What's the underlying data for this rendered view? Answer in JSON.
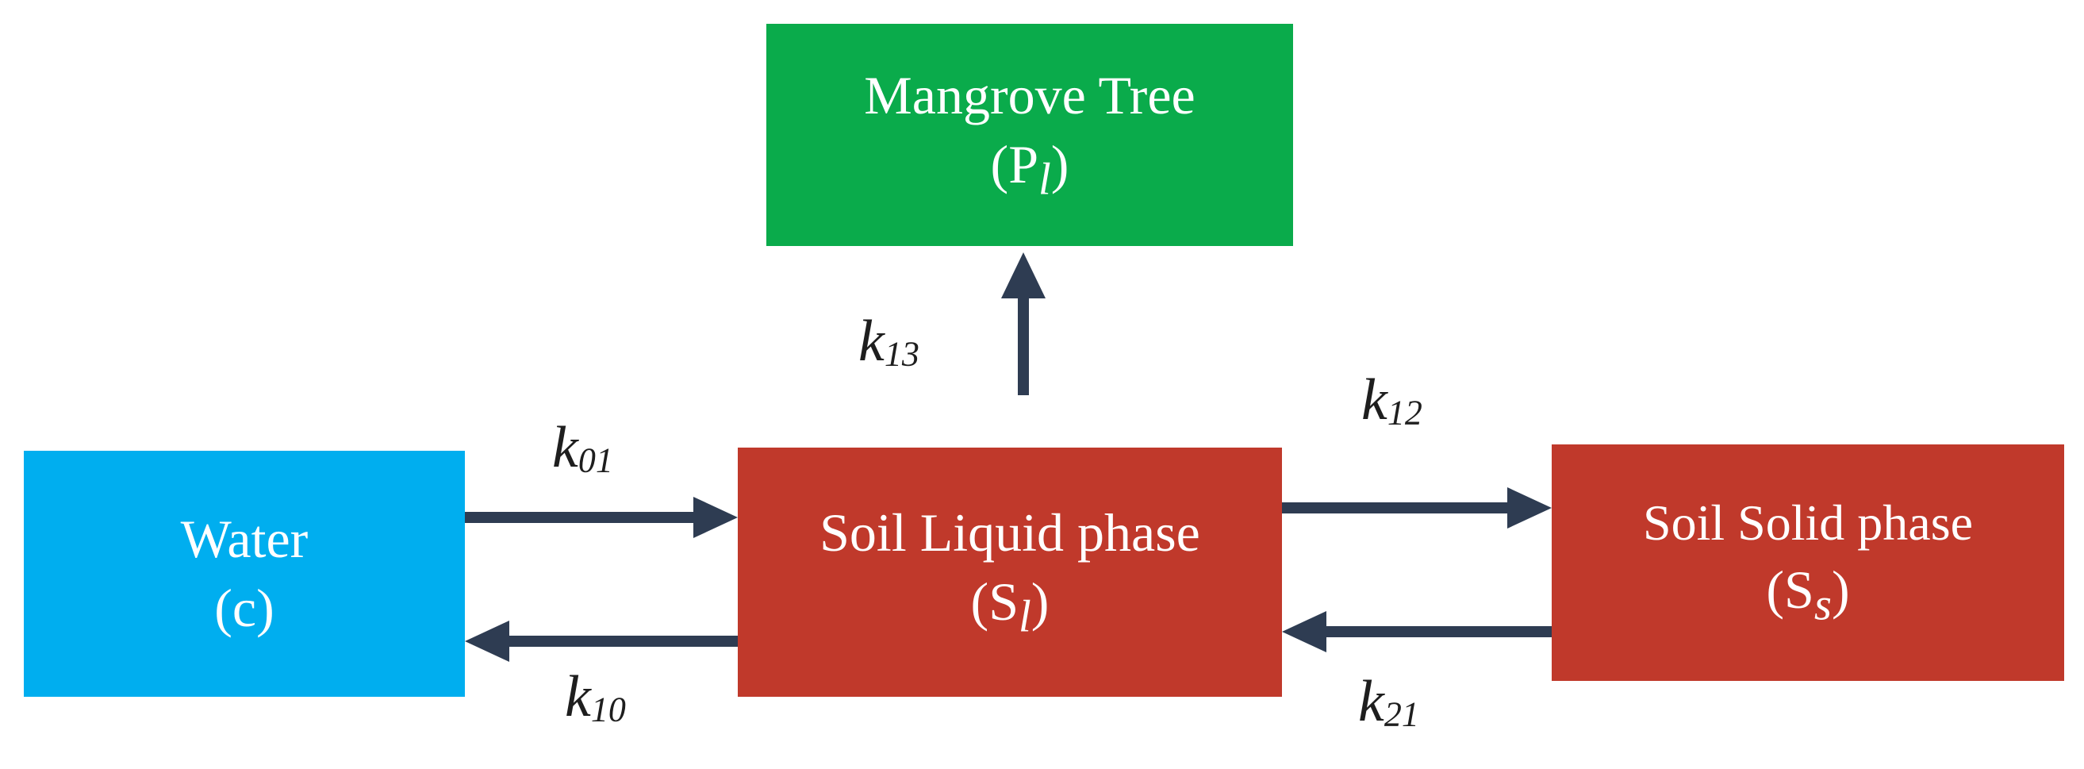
{
  "colors": {
    "tree": "#0aab4b",
    "water": "#00aeef",
    "soil": "#c0392b",
    "arrow": "#2e3c52"
  },
  "nodes": {
    "tree": {
      "title": "Mangrove Tree",
      "symbol": "P",
      "symbol_sub": "l"
    },
    "water": {
      "title": "Water",
      "symbol": "c",
      "symbol_sub": ""
    },
    "liquid": {
      "title": "Soil Liquid phase",
      "symbol": "S",
      "symbol_sub": "l"
    },
    "solid": {
      "title": "Soil Solid phase",
      "symbol": "S",
      "symbol_sub": "s"
    }
  },
  "rates": {
    "k13": {
      "base": "k",
      "sub": "13"
    },
    "k12": {
      "base": "k",
      "sub": "12"
    },
    "k01": {
      "base": "k",
      "sub": "01"
    },
    "k10": {
      "base": "k",
      "sub": "10"
    },
    "k21": {
      "base": "k",
      "sub": "21"
    }
  },
  "edges": [
    {
      "from": "liquid",
      "to": "tree",
      "rate": "k13"
    },
    {
      "from": "water",
      "to": "liquid",
      "rate": "k01"
    },
    {
      "from": "liquid",
      "to": "water",
      "rate": "k10"
    },
    {
      "from": "liquid",
      "to": "solid",
      "rate": "k12"
    },
    {
      "from": "solid",
      "to": "liquid",
      "rate": "k21"
    }
  ]
}
